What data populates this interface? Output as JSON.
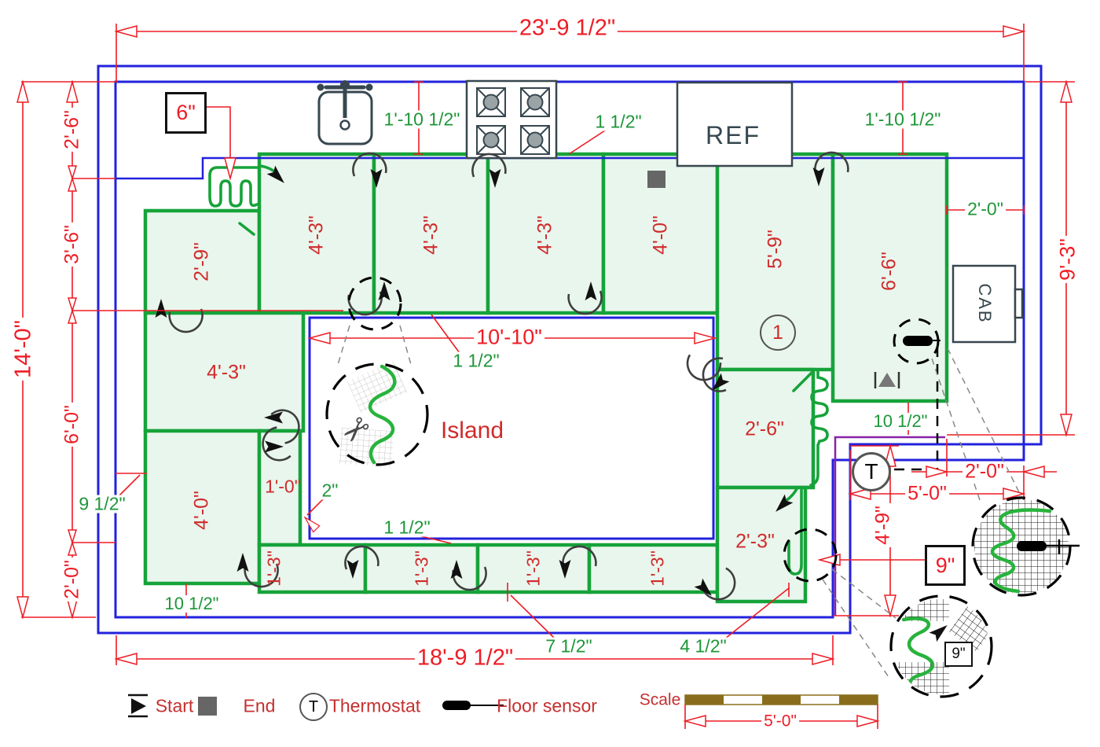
{
  "dimensions": {
    "overall_width": "23'-9 1/2\"",
    "overall_height": "14'-0\"",
    "left_chain": [
      "2'-6\"",
      "3'-6\"",
      "6'-0\"",
      "2'-0\""
    ],
    "right_height": "9'-3\"",
    "bottom_width": "18'-9 1/2\"",
    "island_width": "10'-10\"",
    "alcove_width": "5'-0\"",
    "alcove_height": "4'-9\"",
    "sensor_from_wall": "2'-0\""
  },
  "clearances": {
    "counter_depth_left": "1'-10 1/2\"",
    "counter_depth_right": "1'-10 1/2\"",
    "top_gap": "1 1/2\"",
    "island_top_gap": "1 1/2\"",
    "island_bottom_gap": "1 1/2\"",
    "right_wall_gap": "2'-0\"",
    "below_mat_right": "10 1/2\"",
    "below_mat_left": "10 1/2\"",
    "left_wall_gap": "9 1/2\"",
    "bottom_gap_left": "7 1/2\"",
    "bottom_gap_right": "4 1/2\"",
    "island_side_gap": "2\""
  },
  "spacing_callouts": {
    "free_cable": "6\"",
    "notch": "9\"",
    "detail": "9\""
  },
  "mat_labels": [
    "2'-9\"",
    "4'-3\"",
    "4'-3\"",
    "4'-3\"",
    "4'-0\"",
    "5'-9\"",
    "6'-6\"",
    "4'-3\"",
    "4'-0\"",
    "1'-0\"",
    "1'-3\"",
    "1'-3\"",
    "1'-3\"",
    "1'-3\"",
    "2'-6\"",
    "2'-3\""
  ],
  "labels": {
    "island": "Island",
    "refrigerator": "REF",
    "cabinet": "CAB",
    "circuit_number": "1",
    "thermostat_symbol": "T"
  },
  "legend": {
    "start": "Start",
    "end": "End",
    "thermostat": "Thermostat",
    "thermostat_symbol": "T",
    "floor_sensor": "Floor sensor",
    "scale": "Scale",
    "scale_length": "5'-0\""
  },
  "colors": {
    "wall_blue": "#2222dd",
    "mat_border_green": "#16a33a",
    "mat_fill_green": "#e9f6ed",
    "dimension_red": "#ee1c25",
    "note_green": "#1e9639",
    "label_red": "#cf2b2b",
    "appliance_slate": "#37474f",
    "lead_purple": "#8822aa",
    "scale_brown": "#8a6d1c"
  }
}
